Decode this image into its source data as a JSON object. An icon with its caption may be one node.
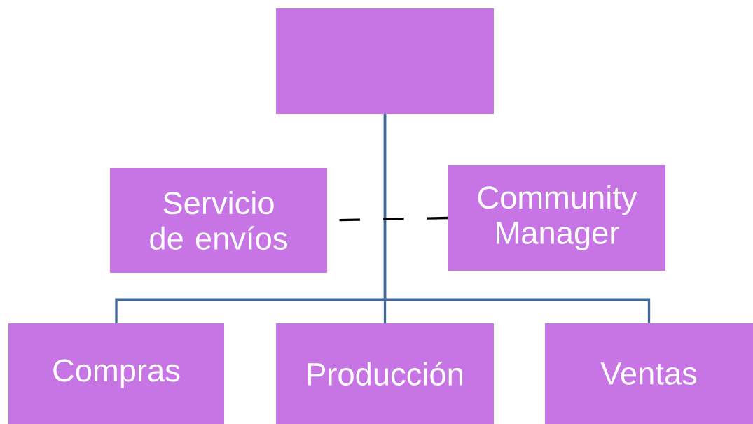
{
  "diagram": {
    "nodes": [
      {
        "text": [],
        "shape": "box"
      },
      {
        "text": [
          "Servicio de envíos"
        ]
      },
      {
        "text": [
          "Community Manager"
        ]
      },
      {
        "text": [
          "Compras"
        ]
      },
      {
        "text": [
          "Producción"
        ]
      },
      {
        "text": [
          "Ventas"
        ]
      }
    ],
    "edges": [
      {
        "from": 0,
        "to": 3,
        "arrow": "none"
      },
      {
        "from": 0,
        "to": 4,
        "arrow": "none"
      },
      {
        "from": 0,
        "to": 5,
        "arrow": "none"
      },
      {
        "from": 1,
        "to": 2,
        "arrow": "none",
        "style": "dashed",
        "color": "#000000"
      }
    ]
  }
}
